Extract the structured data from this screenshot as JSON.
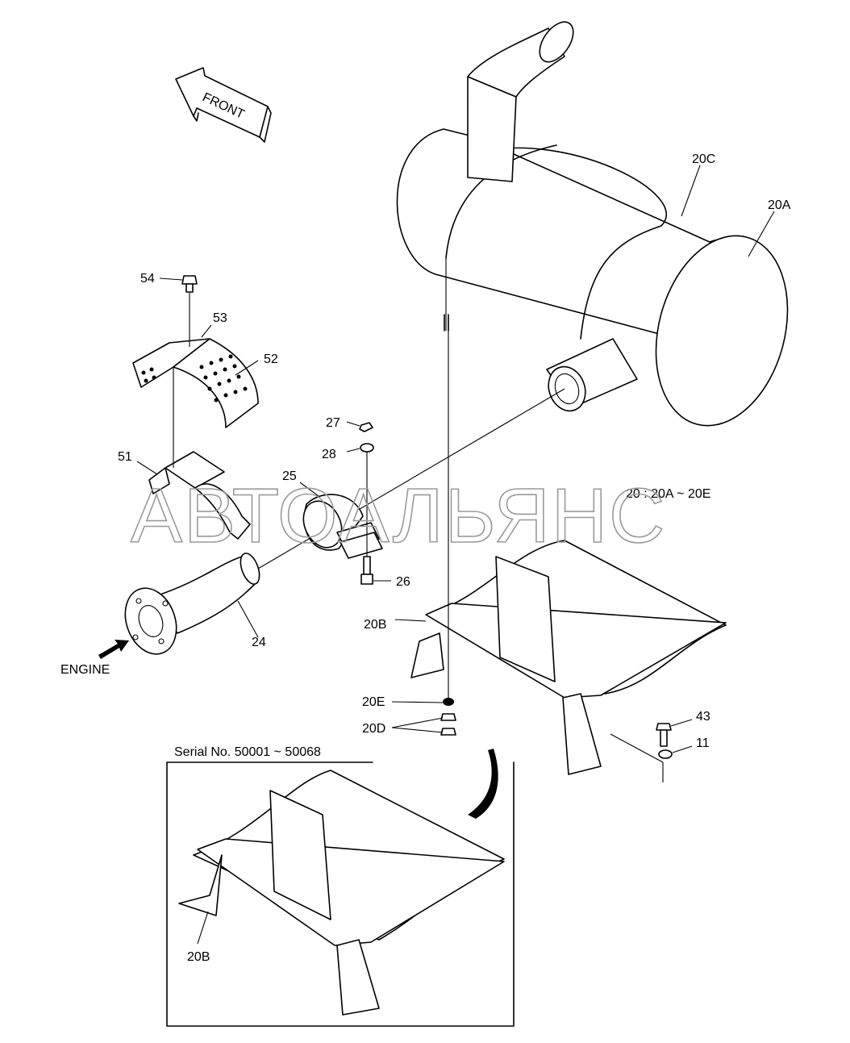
{
  "diagram": {
    "front_label": "FRONT",
    "engine_label": "ENGINE",
    "assembly_note": "20 : 20A ~ 20E",
    "watermark": "АВТОАЛЬЯНС",
    "inset": {
      "title": "Serial No. 50001 ~ 50068",
      "part_label": "20B"
    },
    "parts": {
      "p20A": "20A",
      "p20B": "20B",
      "p20C": "20C",
      "p20D": "20D",
      "p20E": "20E",
      "p11": "11",
      "p24": "24",
      "p25": "25",
      "p26": "26",
      "p27": "27",
      "p28": "28",
      "p43": "43",
      "p51": "51",
      "p52": "52",
      "p53": "53",
      "p54": "54"
    }
  }
}
